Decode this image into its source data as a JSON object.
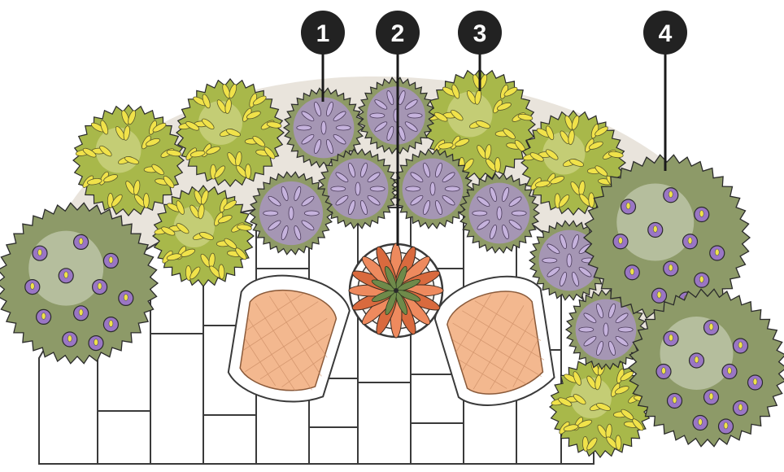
{
  "callouts": [
    {
      "number": "1",
      "plant_type": "purple-spiky-shrub"
    },
    {
      "number": "2",
      "plant_type": "orange-container-plant"
    },
    {
      "number": "3",
      "plant_type": "yellow-green-shrub"
    },
    {
      "number": "4",
      "plant_type": "purple-flowering-shrub"
    }
  ],
  "colors": {
    "shrub_yellow_green": "#a8b84a",
    "leaf_yellow": "#f0e24a",
    "shrub_purple": "#a995c2",
    "shrub_olive": "#8d9a68",
    "flower_purple": "#9a76c4",
    "container_orange": "#ee8a5e",
    "chair_orange": "#f3b88f",
    "outline": "#2b2b2b",
    "callout_bg": "#222222"
  }
}
